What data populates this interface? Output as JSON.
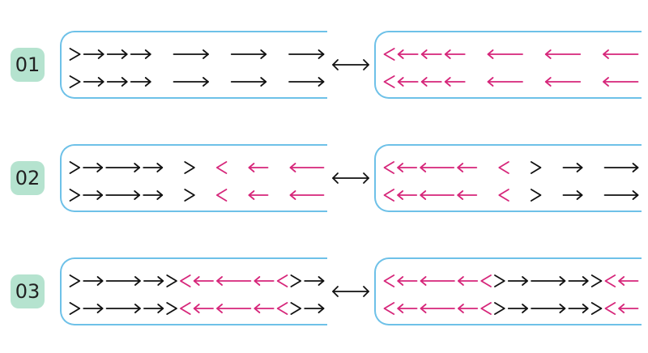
{
  "colors": {
    "badge_bg": "#b5e3cf",
    "box_border": "#6ec1e8",
    "right_symbol": "#111111",
    "left_symbol": "#d6267a",
    "swap": "#111111"
  },
  "rows": [
    {
      "label": "01",
      "left_strip": ">→→→ ⟶ ⟶ ⟶",
      "right_strip": "<←←← ⟵ ⟵ ⟵"
    },
    {
      "label": "02",
      "left_strip": ">→⟶→ > < ← ⟵",
      "right_strip": "<←⟵← < > → ⟶"
    },
    {
      "label": "03",
      "left_strip": ">→⟶→><←⟵←<>→",
      "right_strip": "<←⟵←<>→⟶→><←"
    }
  ],
  "swap_symbol": "⟷"
}
